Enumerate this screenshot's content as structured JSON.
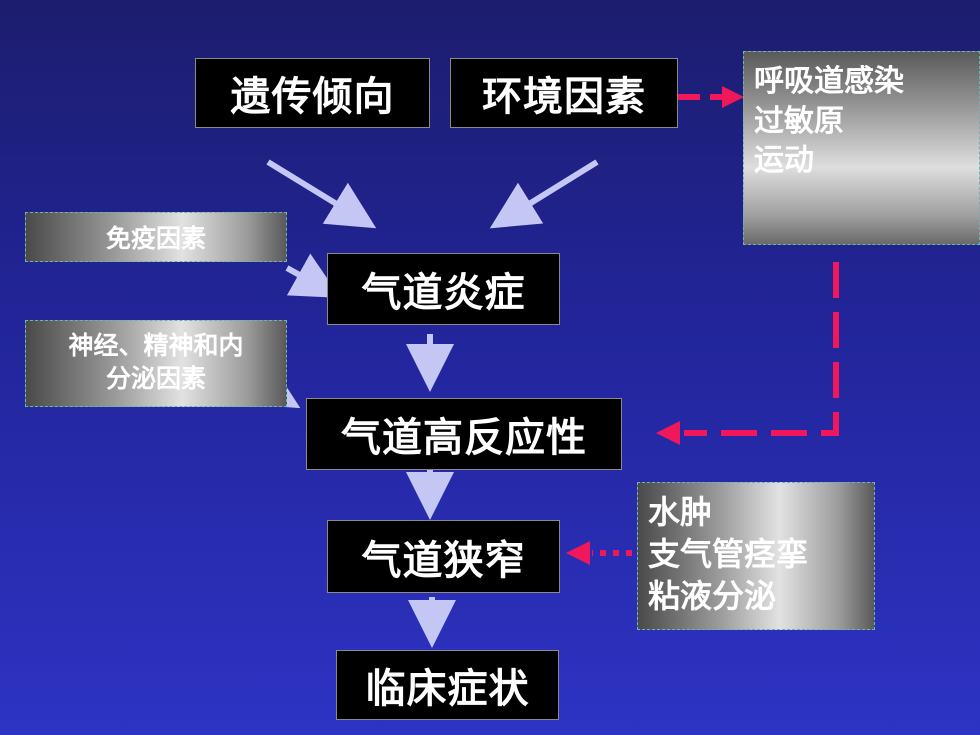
{
  "boxes": {
    "heredity": "遗传倾向",
    "environment": "环境因素",
    "inflammation": "气道炎症",
    "hyperreactivity": "气道高反应性",
    "narrowing": "气道狭窄",
    "symptoms": "临床症状"
  },
  "side_boxes": {
    "triggers": [
      "呼吸道感染",
      "过敏原",
      "运动"
    ],
    "immune": "免疫因素",
    "neuro": [
      "神经、精神和内",
      "分泌因素"
    ],
    "mechanisms": [
      "水肿",
      "支气管痉挛",
      "粘液分泌"
    ]
  },
  "colors": {
    "background": "#2226a0",
    "solid_arrow": "#c4c6f4",
    "dashed_arrow": "#f0185a"
  }
}
